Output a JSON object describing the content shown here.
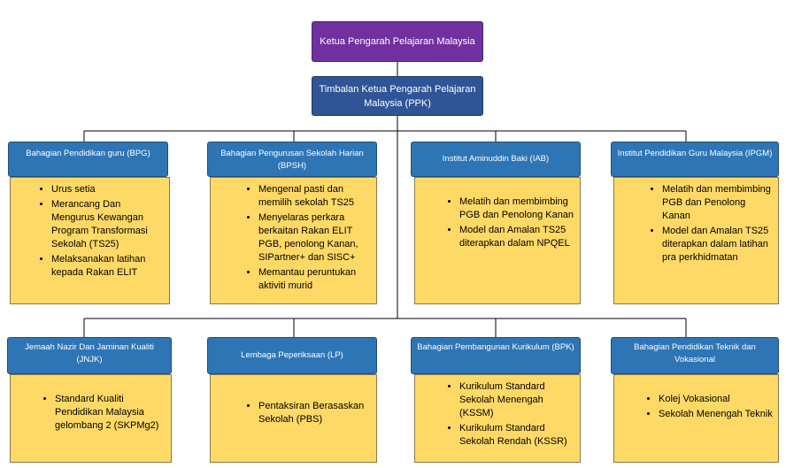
{
  "chart": {
    "top": "Ketua Pengarah Pelajaran Malaysia",
    "deputy": "Timbalan Ketua Pengarah Pelajaran Malaysia (PPK)",
    "units": [
      {
        "title": "Bahagian Pendidikan guru (BPG)",
        "items": [
          "Urus setia",
          "Merancang Dan Mengurus Kewangan Program Transformasi Sekolah (TS25)",
          "Melaksanakan latihan kepada Rakan ELIT"
        ]
      },
      {
        "title": "Bahagian Pengurusan Sekolah Harian (BPSH)",
        "items": [
          "Mengenal pasti dan memilih sekolah TS25",
          "Menyelaras perkara berkaitan Rakan ELIT PGB, penolong Kanan, SIPartner+ dan SISC+",
          "Memantau peruntukan aktiviti murid"
        ]
      },
      {
        "title": "Institut Aminuddin Baki (IAB)",
        "items": [
          "Melatih dan membimbing PGB dan Penolong Kanan",
          "Model dan Amalan TS25 diterapkan dalam NPQEL"
        ]
      },
      {
        "title": "Institut Pendidikan Guru Malaysia (IPGM)",
        "items": [
          "Melatih dan membimbing PGB dan Penolong Kanan",
          "Model dan Amalan TS25 diterapkan dalam latihan pra perkhidmatan"
        ]
      },
      {
        "title": "Jemaah Nazir Dan Jaminan Kualiti (JNJK)",
        "items": [
          "Standard Kualiti Pendidikan Malaysia gelombang 2 (SKPMg2)"
        ]
      },
      {
        "title": "Lembaga Peperiksaan (LP)",
        "items": [
          "Pentaksiran Berasaskan Sekolah (PBS)"
        ]
      },
      {
        "title": "Bahagian Pembangunan Kurikulum (BPK)",
        "items": [
          "Kurikulum Standard Sekolah Menengah (KSSM)",
          "Kurikulum Standard Sekolah Rendah (KSSR)"
        ]
      },
      {
        "title": "Bahagian Pendidikan Teknik dan Vokasional",
        "items": [
          "Kolej Vokasional",
          "Sekolah Menengah Teknik"
        ]
      }
    ]
  },
  "colors": {
    "top_box": "#7030a0",
    "deputy_box": "#2f5597",
    "unit_box": "#2e75b6",
    "panel": "#ffd966",
    "connector": "#000000"
  }
}
